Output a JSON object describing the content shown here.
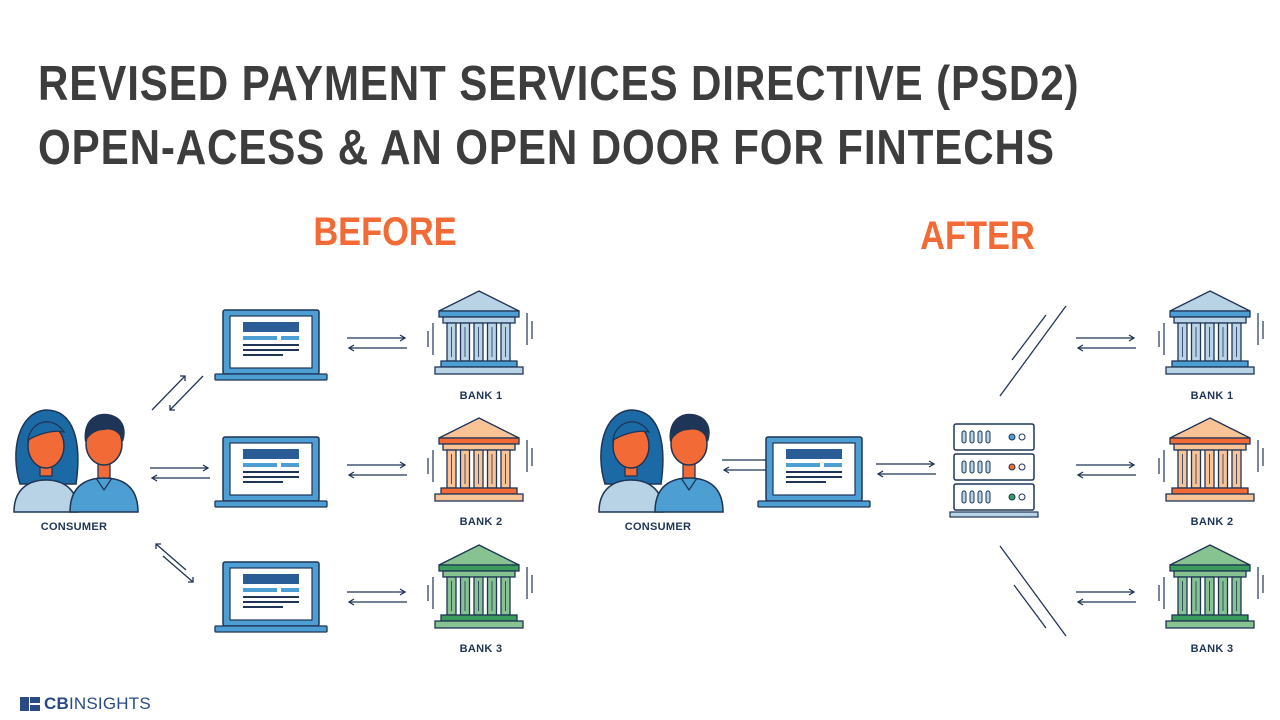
{
  "title": {
    "line1": "REVISED PAYMENT SERVICES DIRECTIVE (PSD2)",
    "line2": "OPEN-ACESS & AN OPEN DOOR FOR FINTECHS"
  },
  "before": {
    "heading": "BEFORE",
    "consumer_label": "CONSUMER",
    "banks": [
      {
        "label": "BANK 1",
        "color": "blue"
      },
      {
        "label": "BANK 2",
        "color": "orange"
      },
      {
        "label": "BANK 3",
        "color": "green"
      }
    ]
  },
  "after": {
    "heading": "AFTER",
    "consumer_label": "CONSUMER",
    "banks": [
      {
        "label": "BANK 1",
        "color": "blue"
      },
      {
        "label": "BANK 2",
        "color": "orange"
      },
      {
        "label": "BANK 3",
        "color": "green"
      }
    ]
  },
  "brand": {
    "bold": "CB",
    "light": "INSIGHTS"
  },
  "colors": {
    "accent": "#f26a35",
    "navy": "#1f3557",
    "blue_light": "#b9d3e6",
    "blue_mid": "#4d9ed3",
    "orange_light": "#f9c396",
    "orange_dark": "#f26a35",
    "green_light": "#86c391",
    "green_dark": "#3a9b5a",
    "skin": "#f26a35",
    "hair_woman": "#1b6aa5",
    "hair_man": "#1f3557"
  }
}
